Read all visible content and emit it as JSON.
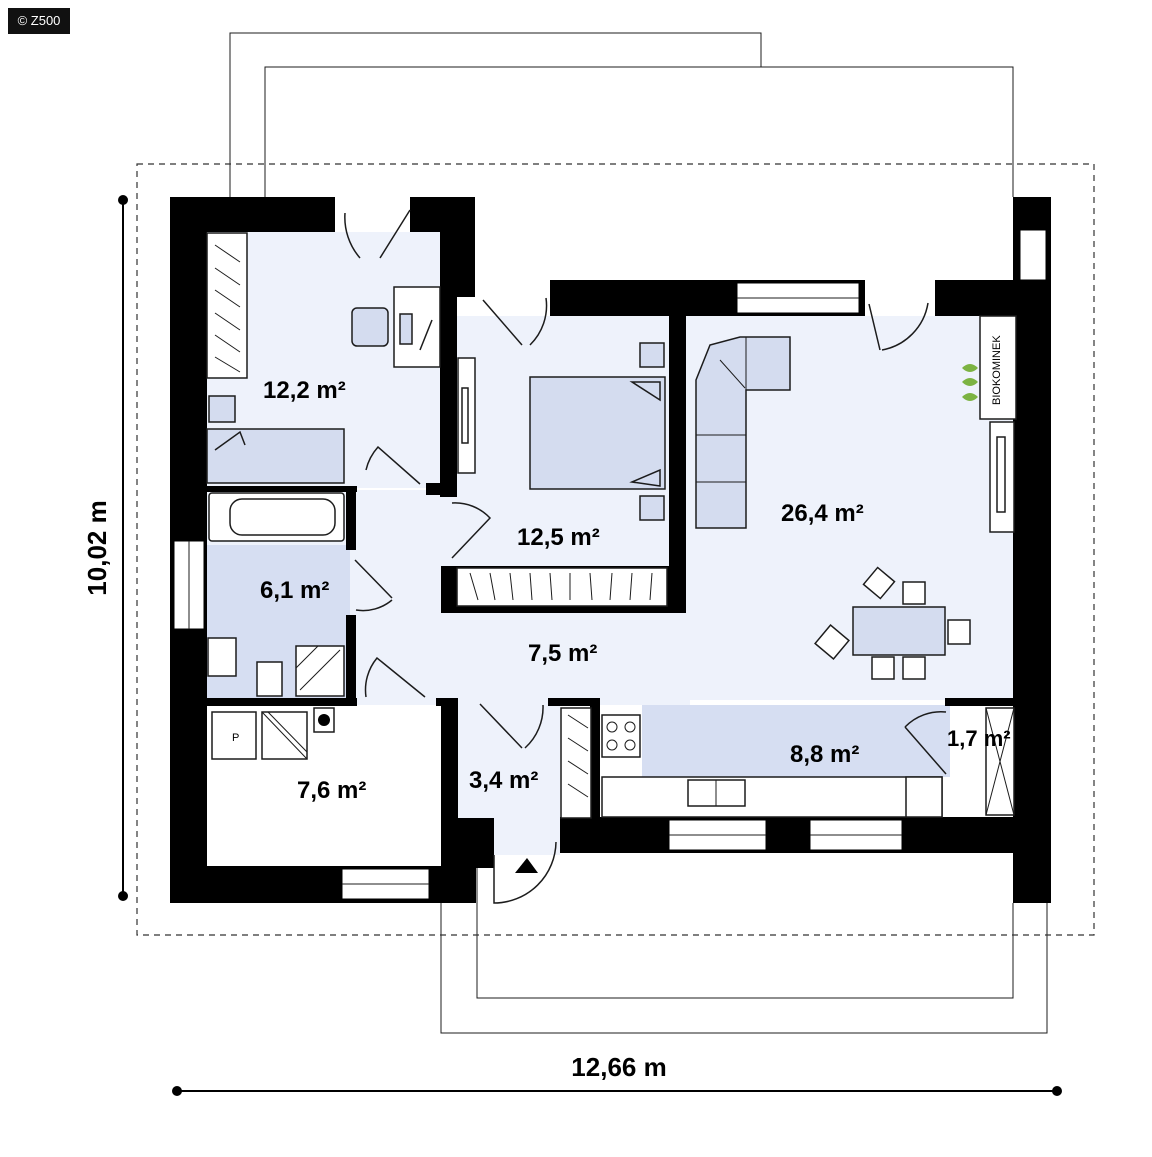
{
  "watermark": "© Z500",
  "rooms": [
    {
      "id": "room-bedroom-1",
      "area": "12,2 m²"
    },
    {
      "id": "room-bedroom-2",
      "area": "12,5 m²"
    },
    {
      "id": "room-living",
      "area": "26,4 m²"
    },
    {
      "id": "room-bathroom",
      "area": "6,1 m²"
    },
    {
      "id": "room-hall",
      "area": "7,5 m²"
    },
    {
      "id": "room-boiler",
      "area": "7,6 m²"
    },
    {
      "id": "room-entry",
      "area": "3,4 m²"
    },
    {
      "id": "room-kitchen",
      "area": "8,8 m²"
    },
    {
      "id": "room-pantry",
      "area": "1,7 m²"
    }
  ],
  "dimensions": {
    "width": "12,66 m",
    "height": "10,02 m"
  },
  "fireplace_label": "BIOKOMINEK",
  "boiler_label": "P"
}
